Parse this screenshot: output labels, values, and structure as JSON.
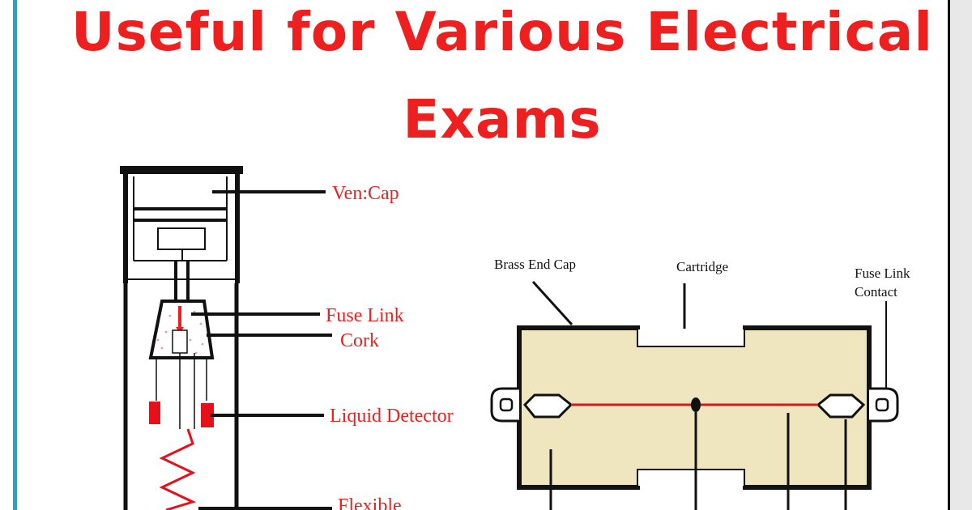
{
  "title_line1": "Useful for Various Electrical",
  "title_line2": "Exams",
  "colors": {
    "title": "#ee1f1f",
    "label_red": "#ee1f1f",
    "cartridge_fill": "#efe6c0",
    "frame": "#111111",
    "accent_bar": "#3a9ab8"
  },
  "left_diagram": {
    "labels": {
      "ven_cap": "Ven:Cap",
      "fuse_link": "Fuse Link",
      "cork": "Cork",
      "liquid_detector": "Liquid Detector",
      "flexible": "Flexible"
    }
  },
  "right_diagram": {
    "labels": {
      "brass_end_cap": "Brass End Cap",
      "cartridge": "Cartridge",
      "fuse_link_contact_1": "Fuse Link",
      "fuse_link_contact_2": "Contact"
    }
  }
}
